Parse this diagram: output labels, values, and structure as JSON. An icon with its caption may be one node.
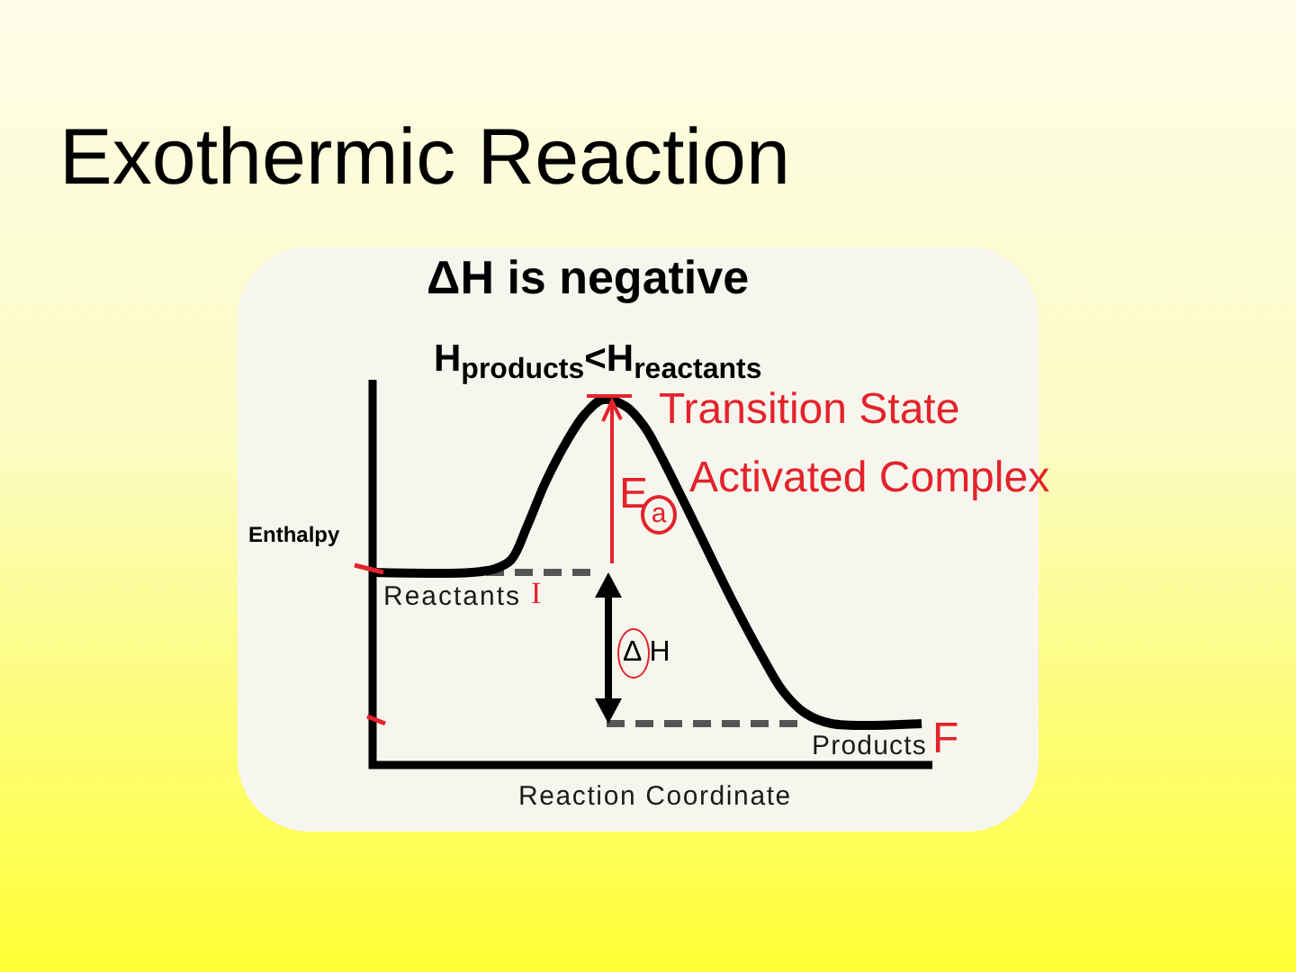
{
  "diagram": {
    "title": "Exothermic Reaction",
    "labels": [
      "ΔH is negative",
      "H$_{products}$<H$_{reactants}$",
      "Transition State",
      "Activated Complex",
      "E$_{a}$",
      "Enthalpy",
      "Reactants",
      "I",
      "ΔH",
      "Products",
      "F",
      "Reaction Coordinate"
    ]
  }
}
